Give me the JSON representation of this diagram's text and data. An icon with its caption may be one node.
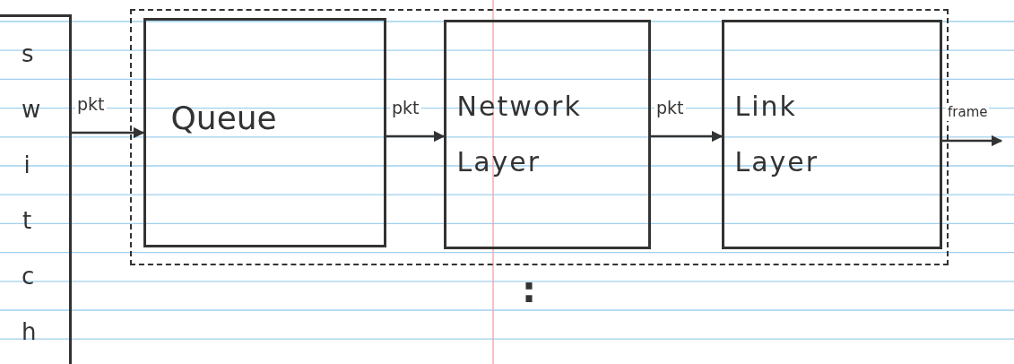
{
  "diagram": {
    "nodes": [
      {
        "text": [
          "switch"
        ]
      },
      {
        "text": [],
        "shape": "box"
      },
      {
        "text": [
          "Queue"
        ],
        "in": 1
      },
      {
        "text": [
          "Network",
          "Layer"
        ],
        "in": 1
      },
      {
        "text": [
          "Link",
          "Layer"
        ],
        "in": 1
      }
    ],
    "edges": [
      {
        "from": 0,
        "to": 2,
        "arrow": "to",
        "label": "pkt"
      },
      {
        "from": 2,
        "to": 3,
        "arrow": "to",
        "label": "pkt"
      },
      {
        "from": 3,
        "to": 4,
        "arrow": "to",
        "label": "pkt"
      },
      {
        "from": 4,
        "to": null,
        "arrow": "to",
        "label": "frame"
      }
    ],
    "labels": [
      ":"
    ]
  }
}
